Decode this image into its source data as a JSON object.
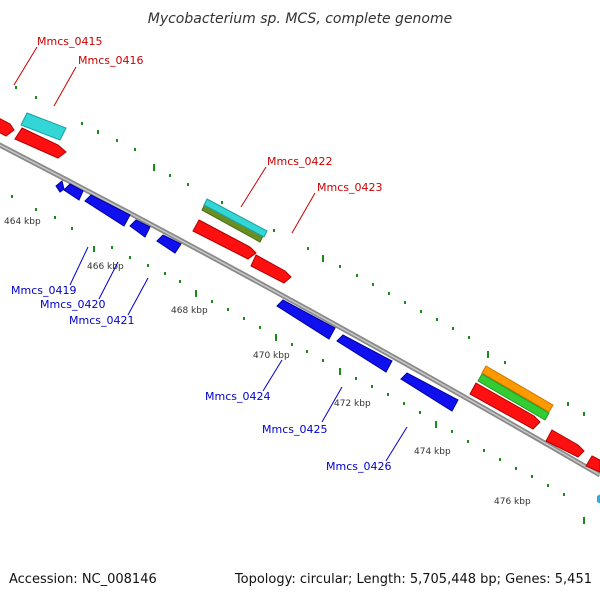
{
  "title": "Mycobacterium sp. MCS, complete genome",
  "accession": "Accession: NC_008146",
  "summary": "Topology: circular; Length: 5,705,448 bp; Genes: 5,451",
  "colors": {
    "backbone": "#8a8a8a",
    "forward_cds": "#ff1010",
    "reverse_cds": "#1010ee",
    "forward_label": "#cc0000",
    "reverse_label": "#0000cc",
    "tick": "#1a8a1a"
  },
  "scale_labels": [
    "464 kbp",
    "466 kbp",
    "468 kbp",
    "470 kbp",
    "472 kbp",
    "474 kbp",
    "476 kbp"
  ],
  "forward_genes": [
    {
      "id": "Mmcs_0415",
      "label": "Mmcs_0415"
    },
    {
      "id": "Mmcs_0416",
      "label": "Mmcs_0416"
    },
    {
      "id": "Mmcs_0422",
      "label": "Mmcs_0422"
    },
    {
      "id": "Mmcs_0423",
      "label": "Mmcs_0423"
    }
  ],
  "reverse_genes": [
    {
      "id": "Mmcs_0419",
      "label": "Mmcs_0419"
    },
    {
      "id": "Mmcs_0420",
      "label": "Mmcs_0420"
    },
    {
      "id": "Mmcs_0421",
      "label": "Mmcs_0421"
    },
    {
      "id": "Mmcs_0424",
      "label": "Mmcs_0424"
    },
    {
      "id": "Mmcs_0425",
      "label": "Mmcs_0425"
    },
    {
      "id": "Mmcs_0426",
      "label": "Mmcs_0426"
    }
  ],
  "feature_tracks": [
    {
      "name": "cyan",
      "color": "#33d6d6"
    },
    {
      "name": "olive",
      "color": "#6b8e23"
    },
    {
      "name": "orange",
      "color": "#ff9900"
    },
    {
      "name": "green",
      "color": "#33cc33"
    }
  ]
}
